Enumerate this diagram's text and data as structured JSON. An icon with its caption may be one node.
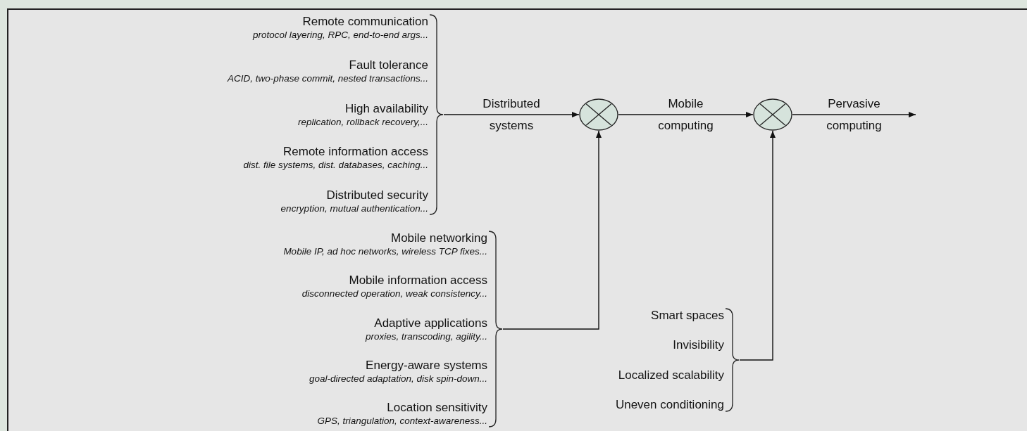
{
  "diagram": {
    "nodes": [
      {
        "text": [],
        "shape": "brace"
      },
      {
        "text": [
          "Remote communication",
          "protocol layering, RPC, end-to-end args..."
        ],
        "in": 0
      },
      {
        "text": [
          "Fault tolerance",
          "ACID, two-phase commit, nested transactions..."
        ],
        "in": 0
      },
      {
        "text": [
          "High availability",
          "replication, rollback recovery,..."
        ],
        "in": 0
      },
      {
        "text": [
          "Remote information access",
          "dist. file systems, dist. databases, caching..."
        ],
        "in": 0
      },
      {
        "text": [
          "Distributed security",
          "encryption, mutual authentication..."
        ],
        "in": 0
      },
      {
        "text": [],
        "shape": "circle"
      },
      {
        "text": [],
        "shape": "circle"
      },
      {
        "text": [],
        "shape": "brace"
      },
      {
        "text": [
          "Mobile networking",
          "Mobile IP, ad hoc networks, wireless TCP fixes..."
        ],
        "in": 8
      },
      {
        "text": [
          "Mobile information access",
          "disconnected operation, weak consistency..."
        ],
        "in": 8
      },
      {
        "text": [
          "Adaptive applications",
          "proxies, transcoding, agility..."
        ],
        "in": 8
      },
      {
        "text": [
          "Energy-aware systems",
          "goal-directed adaptation, disk spin-down..."
        ],
        "in": 8
      },
      {
        "text": [
          "Location sensitivity",
          "GPS, triangulation, context-awareness..."
        ],
        "in": 8
      },
      {
        "text": [],
        "shape": "brace"
      },
      {
        "text": [
          "Smart spaces"
        ],
        "in": 14
      },
      {
        "text": [
          "Invisibility"
        ],
        "in": 14
      },
      {
        "text": [
          "Localized scalability"
        ],
        "in": 14
      },
      {
        "text": [
          "Uneven conditioning"
        ],
        "in": 14
      }
    ],
    "edges": [
      {
        "from": 0,
        "to": 6,
        "arrow": "to",
        "label": "Distributed systems"
      },
      {
        "from": 6,
        "to": 7,
        "arrow": "to",
        "label": "Mobile computing"
      },
      {
        "from": 7,
        "to": null,
        "arrow": "to",
        "label": "Pervasive computing"
      },
      {
        "from": 8,
        "to": 6,
        "arrow": "to"
      },
      {
        "from": 14,
        "to": 7,
        "arrow": "to"
      }
    ]
  }
}
